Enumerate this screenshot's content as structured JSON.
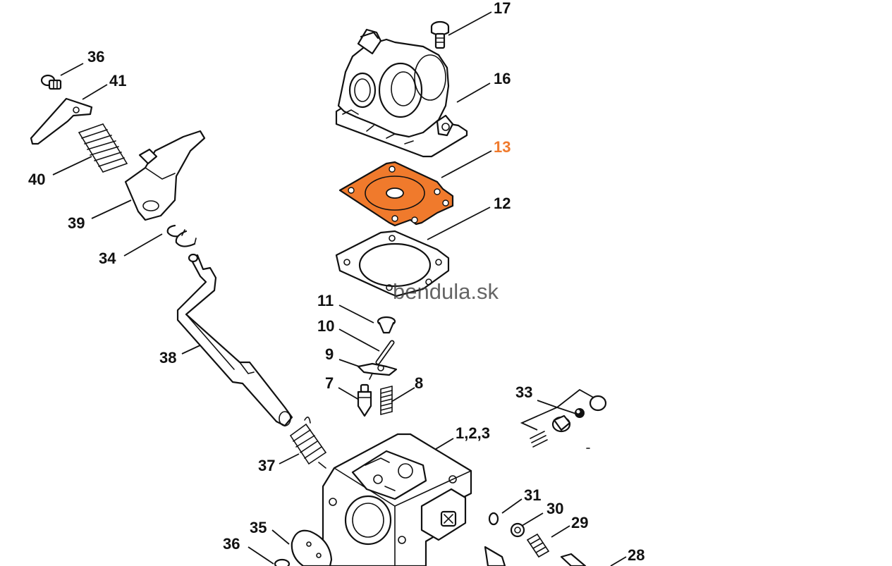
{
  "watermark": "bendula.sk",
  "highlight_color": "#f07a2c",
  "labels": {
    "l17": "17",
    "l16": "16",
    "l13": "13",
    "l12": "12",
    "l11": "11",
    "l10": "10",
    "l9": "9",
    "l8": "8",
    "l7": "7",
    "l1_2_3": "1,2,3",
    "l33": "33",
    "l31": "31",
    "l30": "30",
    "l29": "29",
    "l28": "28",
    "l36a": "36",
    "l41": "41",
    "l40": "40",
    "l39": "39",
    "l34": "34",
    "l38": "38",
    "l37": "37",
    "l35": "35",
    "l36b": "36"
  }
}
